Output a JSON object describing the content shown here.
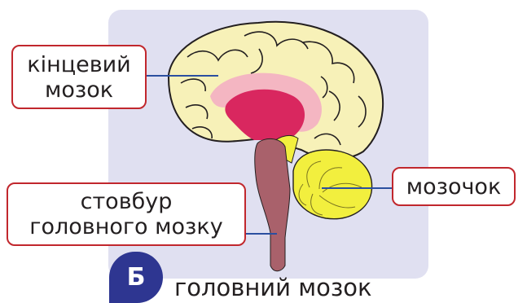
{
  "labels": {
    "cortex": {
      "line1": "кінцевий",
      "line2": "мозок"
    },
    "cerebellum": "мозочок",
    "brainstem": {
      "line1": "стовбур",
      "line2": "головного мозку"
    }
  },
  "badge": "Б",
  "caption": "головний мозок",
  "colors": {
    "panel": "#e0e0f1",
    "cortex": "#f7f1b8",
    "cortex_outline": "#231f20",
    "corpus": "#f4b6c2",
    "thalamus": "#d9275f",
    "stem": "#a9616b",
    "cerebellum": "#f2ef3e",
    "leader": "#2b4fa0",
    "label_border": "#c1272d",
    "badge": "#2e3691"
  }
}
